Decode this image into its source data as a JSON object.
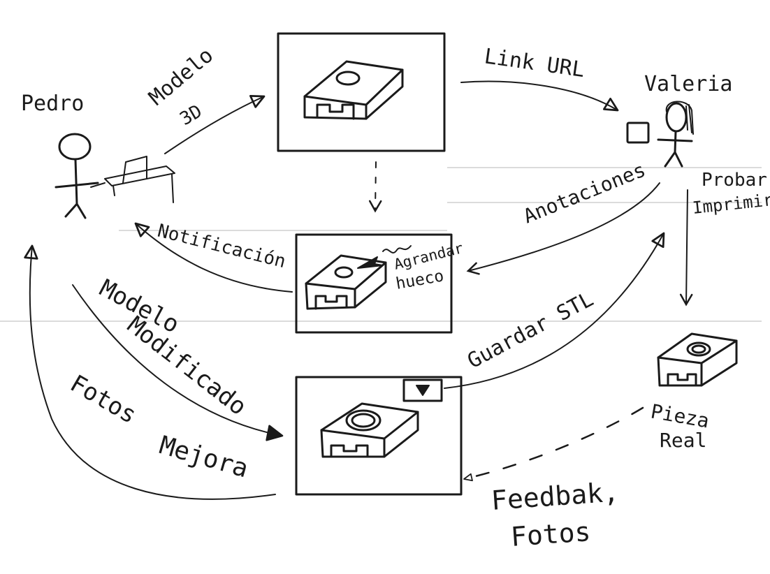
{
  "actors": {
    "pedro": "Pedro",
    "valeria": "Valeria"
  },
  "flows": {
    "modelo_3d": [
      "Modelo",
      "3D"
    ],
    "link_url": "Link URL",
    "anotaciones": "Anotaciones",
    "probar_imprimir": [
      "Probar",
      "Imprimir"
    ],
    "agrandar_hueco": [
      "Agrandar",
      "hueco"
    ],
    "notificacion": "Notificación",
    "modelo_modificado": [
      "Modelo",
      "Modificado"
    ],
    "guardar_stl": "Guardar STL",
    "fotos": "Fotos",
    "mejora": "Mejora",
    "pieza_real": [
      "Pieza",
      "Real"
    ],
    "feedback_fotos": [
      "Feedbak,",
      "Fotos"
    ]
  }
}
